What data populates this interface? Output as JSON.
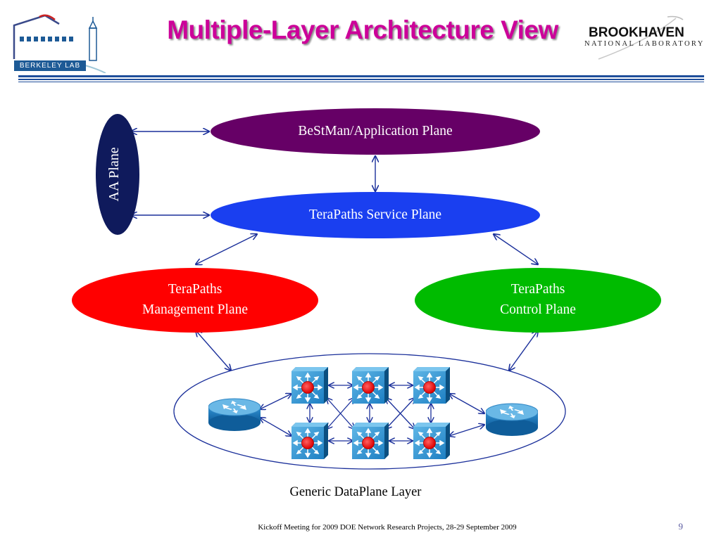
{
  "header": {
    "title": "Multiple-Layer Architecture View",
    "left_logo_text": "BERKELEY LAB",
    "right_logo_name": "BROOKHAVEN",
    "right_logo_sub": "NATIONAL LABORATORY"
  },
  "colors": {
    "title": "#cc0099",
    "application_plane": "#660066",
    "service_plane": "#1a3ff0",
    "management_plane": "#ff0000",
    "control_plane": "#00bb00",
    "aa_plane": "#0f1a5c",
    "arrows": "#1a2f9a"
  },
  "diagram": {
    "application_plane": "BeStMan/Application Plane",
    "service_plane": "TeraPaths Service Plane",
    "management_plane": {
      "line1": "TeraPaths",
      "line2": "Management Plane"
    },
    "control_plane": {
      "line1": "TeraPaths",
      "line2": "Control Plane"
    },
    "aa_plane": "AA Plane",
    "dataplane_caption": "Generic DataPlane Layer",
    "icons": [
      "router-icon",
      "switch-icon",
      "switch-icon",
      "switch-icon",
      "switch-icon",
      "switch-icon",
      "switch-icon",
      "router-icon"
    ]
  },
  "footer": {
    "text": "Kickoff Meeting for 2009 DOE Network Research Projects, 28-29 September 2009",
    "page_number": "9"
  }
}
